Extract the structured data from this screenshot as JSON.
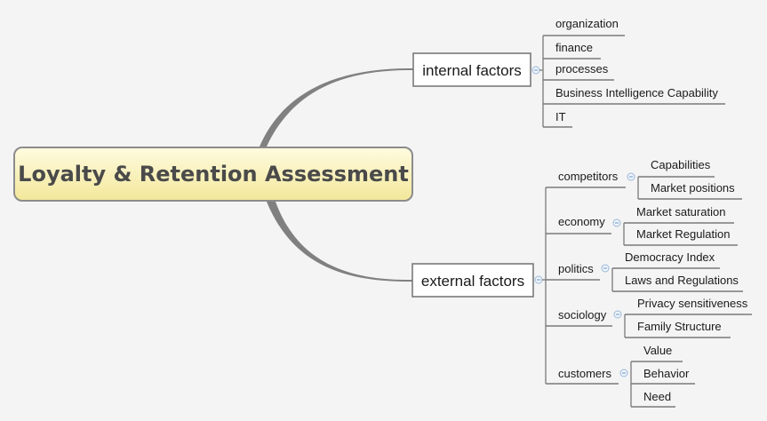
{
  "root": {
    "label": "Loyalty & Retention Assessment"
  },
  "branches": {
    "internal": {
      "label": "internal factors",
      "children": [
        "organization",
        "finance",
        "processes",
        "Business Intelligence Capability",
        "IT"
      ]
    },
    "external": {
      "label": "external factors",
      "groups": [
        {
          "label": "competitors",
          "children": [
            "Capabilities",
            "Market positions"
          ]
        },
        {
          "label": "economy",
          "children": [
            "Market saturation",
            "Market Regulation"
          ]
        },
        {
          "label": "politics",
          "children": [
            "Democracy Index",
            "Laws and Regulations"
          ]
        },
        {
          "label": "sociology",
          "children": [
            "Privacy sensitiveness",
            "Family Structure"
          ]
        },
        {
          "label": "customers",
          "children": [
            "Value",
            "Behavior",
            "Need"
          ]
        }
      ]
    }
  },
  "colors": {
    "root_fill_top": "#fffbe0",
    "root_fill_bottom": "#f3e79a",
    "root_border": "#8c8c8c",
    "root_text": "#4a4a4a",
    "connector": "#808080",
    "collapse_toggle": "#9ab8d8"
  },
  "icons": {
    "collapse_toggle": "collapse-toggle-icon"
  }
}
